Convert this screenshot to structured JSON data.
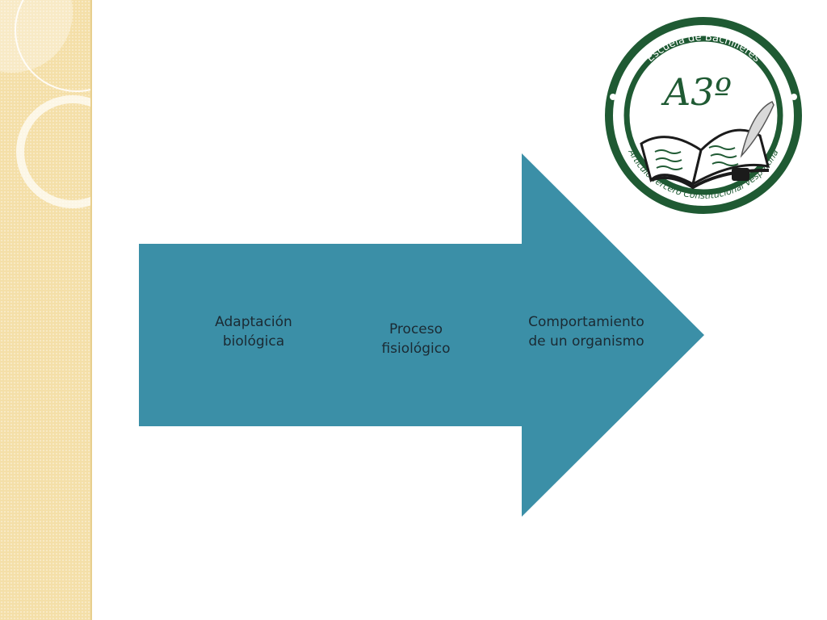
{
  "colors": {
    "arrow": "#3b8fa7",
    "strip": "#f4dfa8",
    "logo_green": "#1f5a33"
  },
  "steps": [
    {
      "line1": "Adaptación",
      "line2": "biológica"
    },
    {
      "line1": "Proceso",
      "line2": "fisiológico"
    },
    {
      "line1": "Comportamiento",
      "line2": "de un organismo"
    }
  ],
  "logo": {
    "top_text": "Escuela de Bachilleres",
    "bottom_text": "Artículo Tercero Constitucional Vespertina",
    "monogram": "A3º"
  }
}
